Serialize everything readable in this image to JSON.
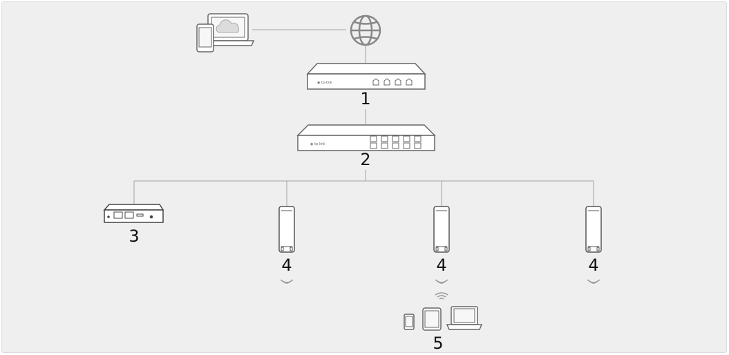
{
  "nodes": {
    "router": {
      "number": "1",
      "brand": "tp-link"
    },
    "switch": {
      "number": "2",
      "brand": "tp-link"
    },
    "controller": {
      "number": "3"
    },
    "ap_left": {
      "number": "4"
    },
    "ap_middle": {
      "number": "4"
    },
    "ap_right": {
      "number": "4"
    },
    "clients": {
      "number": "5"
    }
  },
  "icons": [
    "cloud-management-devices-icon",
    "internet-globe-icon",
    "router-icon",
    "switch-icon",
    "hardware-controller-icon",
    "access-point-icon",
    "wifi-signal-icon",
    "smartphone-icon",
    "tablet-icon",
    "laptop-icon"
  ],
  "colors": {
    "background": "#efefef",
    "line": "#a0a0a0",
    "device_stroke": "#666666",
    "label": "#111111"
  }
}
